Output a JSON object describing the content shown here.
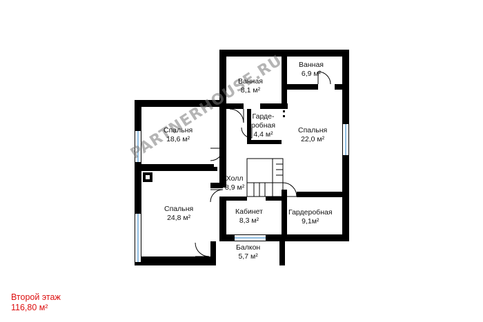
{
  "rooms": [
    {
      "id": "bath-1",
      "name": "Ванная",
      "area": "8,1 м²"
    },
    {
      "id": "bath-2",
      "name": "Ванная",
      "area": "6,9 м²"
    },
    {
      "id": "bedroom-1",
      "name": "Спальня",
      "area": "18,6 м²"
    },
    {
      "id": "wardrobe-1",
      "name": "Гарде-",
      "name2": "робная",
      "area": "4,4 м²"
    },
    {
      "id": "bedroom-2",
      "name": "Спальня",
      "area": "22,0 м²"
    },
    {
      "id": "hall",
      "name": "Холл",
      "area": "8,9 м²"
    },
    {
      "id": "bedroom-3",
      "name": "Спальня",
      "area": "24,8 м²"
    },
    {
      "id": "office",
      "name": "Кабинет",
      "area": "8,3 м²"
    },
    {
      "id": "wardrobe-2",
      "name": "Гардеробная",
      "area": "9,1м²"
    },
    {
      "id": "balcony",
      "name": "Балкон",
      "area": "5,7 м²"
    }
  ],
  "caption": {
    "title": "Второй этаж",
    "total": "116,80 м²"
  },
  "watermark": {
    "text": "PARTNERHOUSE.RU"
  },
  "colors": {
    "wall": "#000000",
    "window": "#6aa9d8",
    "caption": "#dd1111"
  }
}
